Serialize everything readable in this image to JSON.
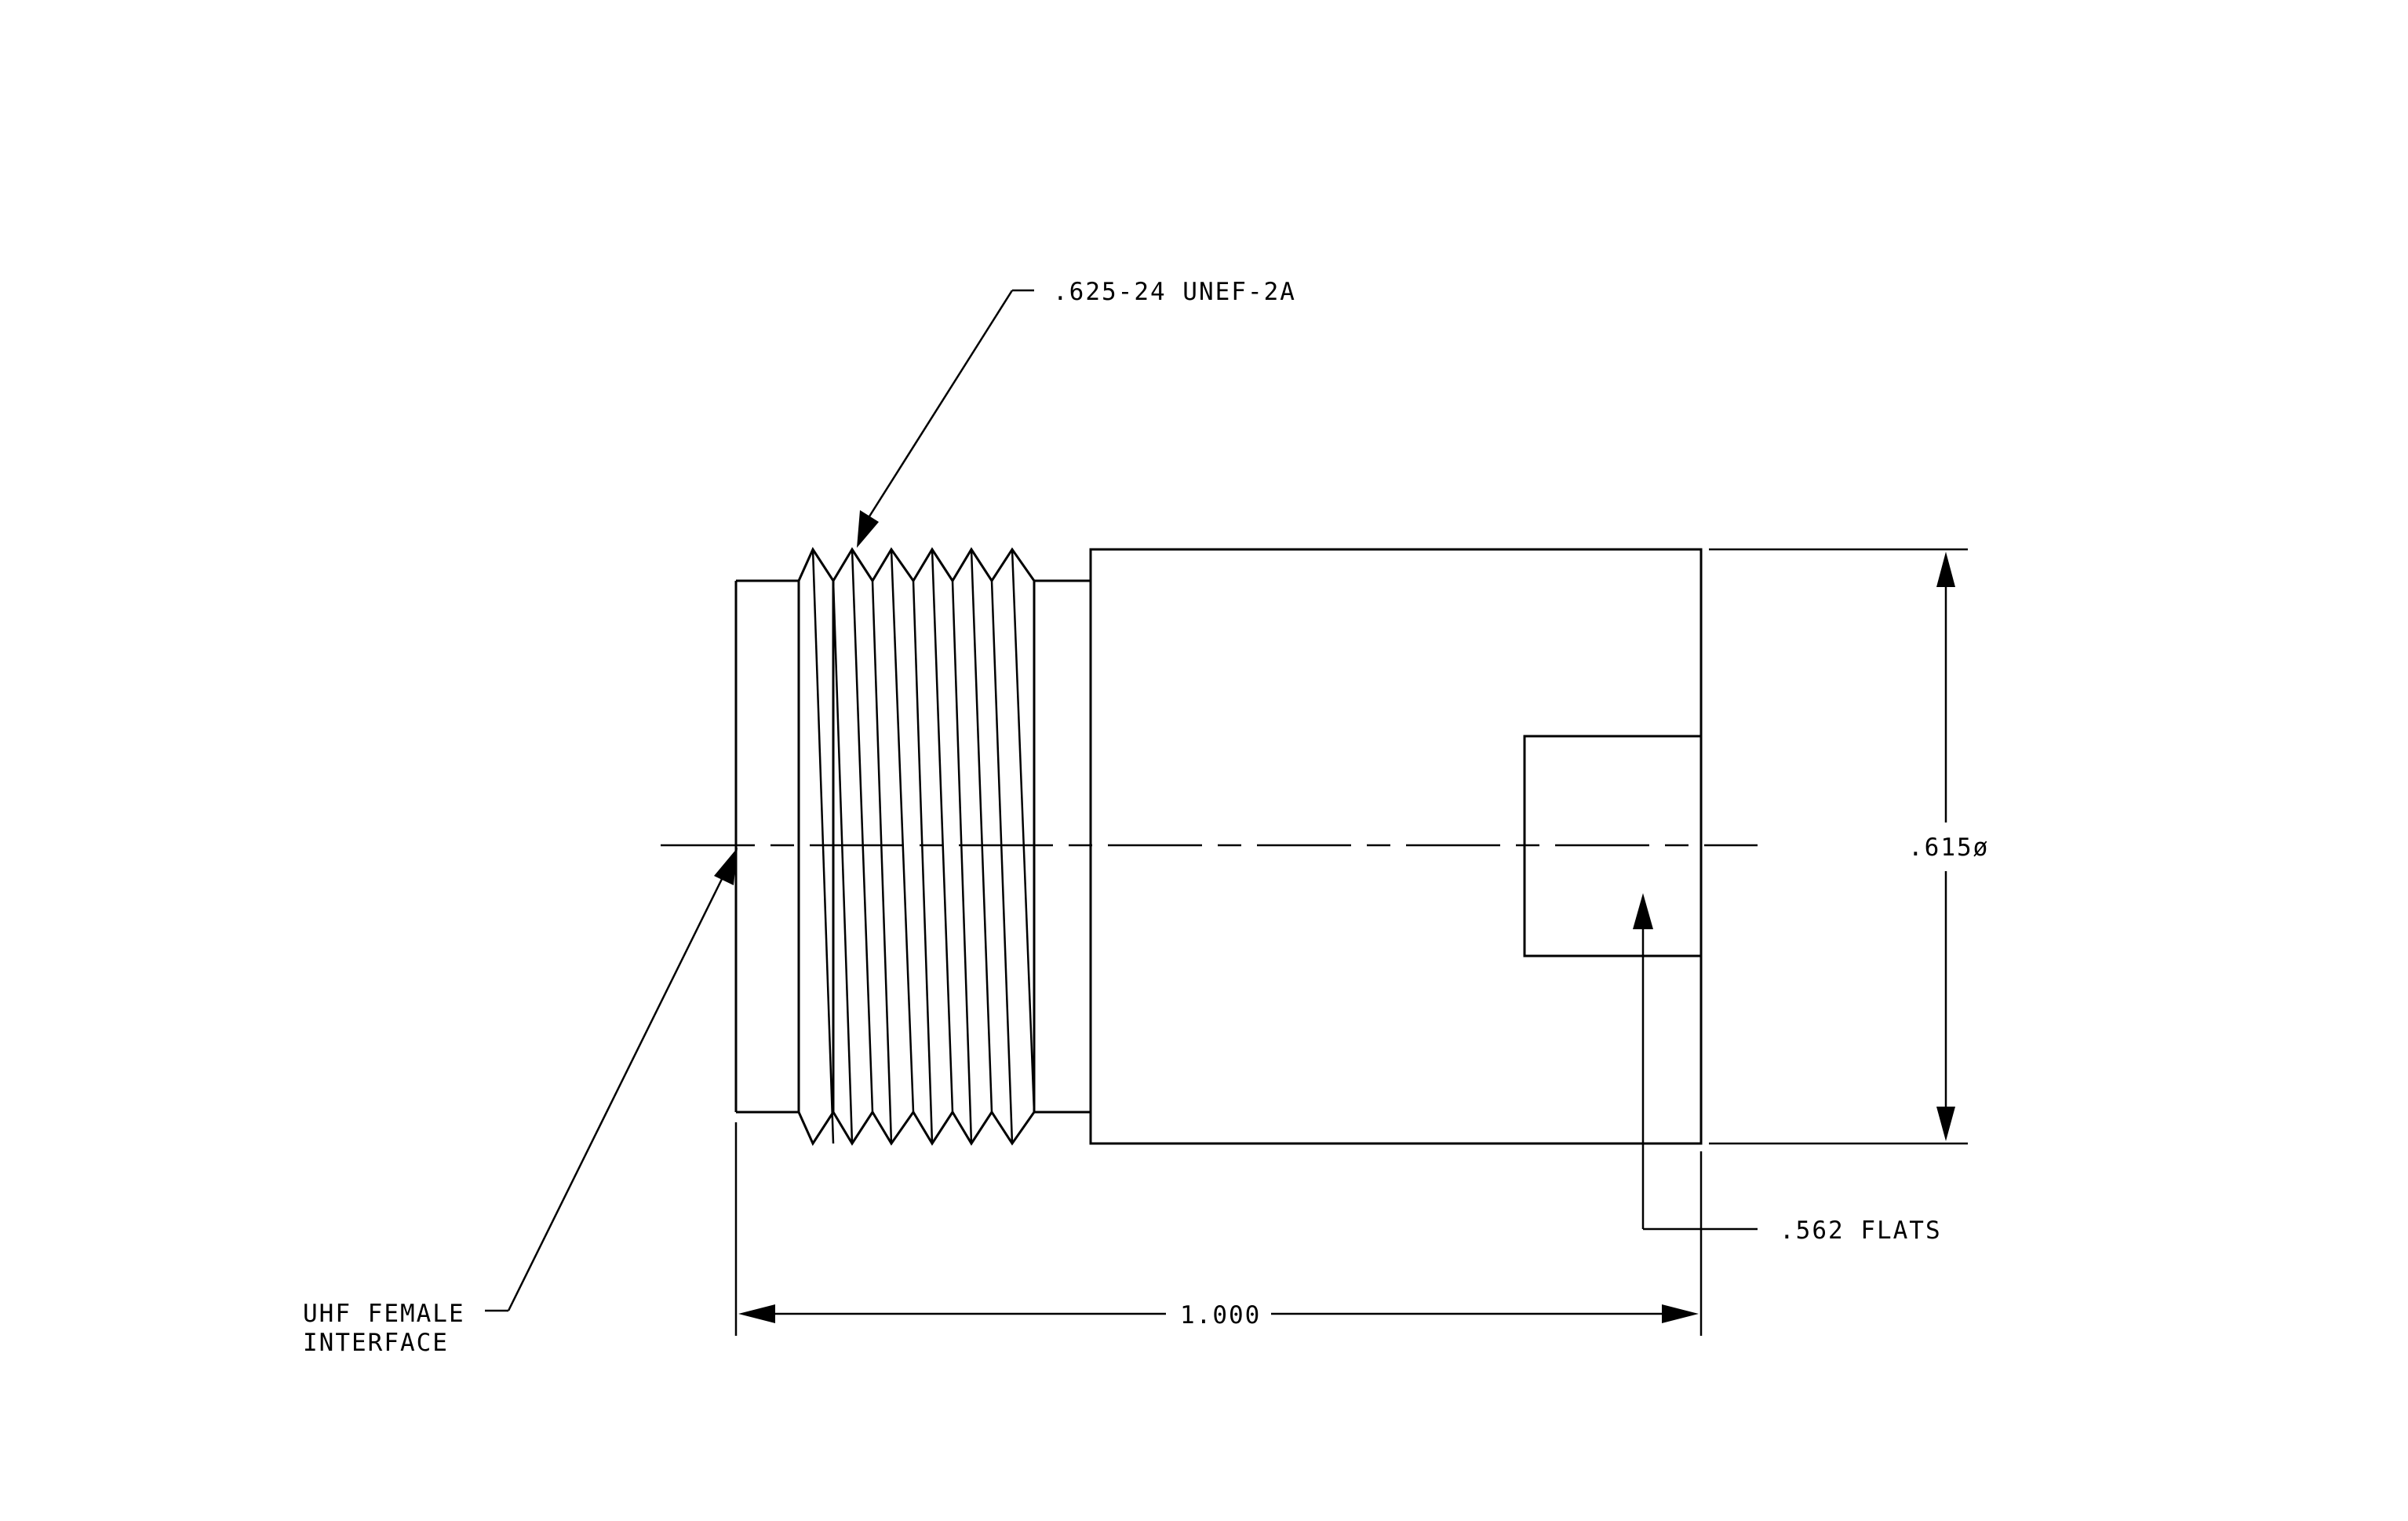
{
  "callouts": {
    "thread": ".625-24 UNEF-2A",
    "interface_line1": "UHF FEMALE",
    "interface_line2": "INTERFACE",
    "flats": ".562 FLATS",
    "diameter": ".615ø",
    "length": "1.000"
  }
}
